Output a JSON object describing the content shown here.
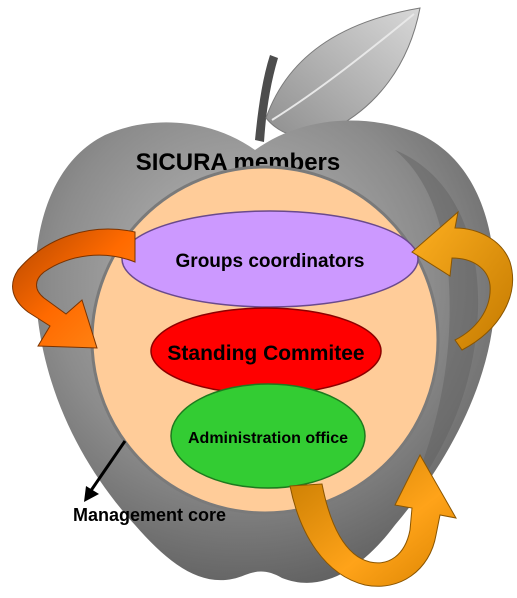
{
  "diagram": {
    "title": "SICURA members",
    "groups_coordinators": "Groups coordinators",
    "standing_committee": "Standing Commitee",
    "administration_office": "Administration office",
    "management_core": "Management core"
  },
  "colors": {
    "apple_body": "#8c8c8c",
    "apple_shadow": "#5e5e5e",
    "leaf": "#b5b5b5",
    "core_fill": "#ffcc99",
    "groups_fill": "#cc99ff",
    "standing_fill": "#ff0000",
    "admin_fill": "#33cc33",
    "arrow_orange": "#ff6600",
    "arrow_amber": "#ff9900"
  }
}
